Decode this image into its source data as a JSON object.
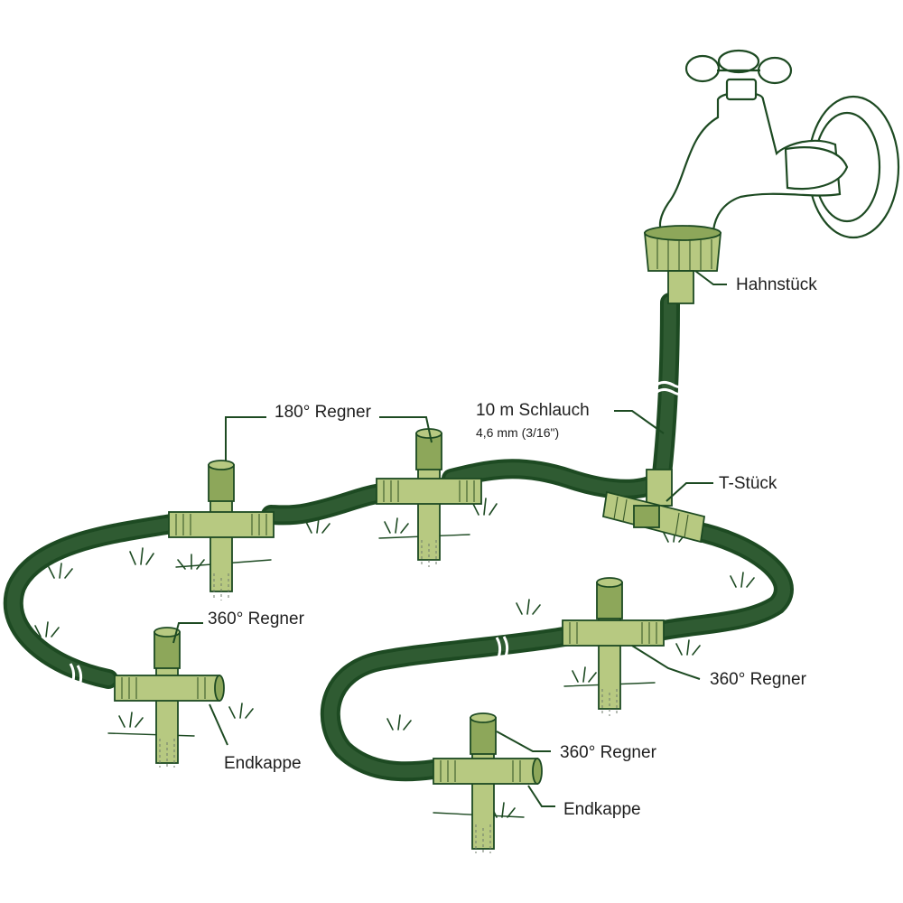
{
  "labels": {
    "hahnstueck": "Hahnstück",
    "schlauch": "10 m Schlauch",
    "schlauch_size": "4,6 mm (3/16\")",
    "tstueck": "T-Stück",
    "regner180": "180° Regner",
    "regner360_left": "360° Regner",
    "regner360_mid": "360° Regner",
    "regner360_bottom": "360° Regner",
    "endkappe_left": "Endkappe",
    "endkappe_bottom": "Endkappe"
  },
  "colors": {
    "ink": "#1d4a22",
    "hose": "#2f5b32",
    "fitting_light": "#b7c981",
    "fitting_dark": "#8da75a",
    "text": "#1f1f1f"
  }
}
